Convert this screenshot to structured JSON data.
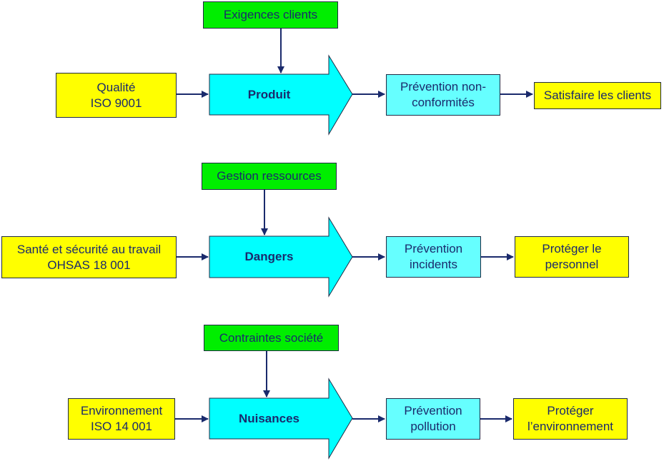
{
  "rows": [
    {
      "requirement": "Exigences clients",
      "standard": "Qualité\nISO 9001",
      "focus": "Produit",
      "prevention": "Prévention non-\nconformités",
      "goal": "Satisfaire les clients"
    },
    {
      "requirement": "Gestion ressources",
      "standard": "Santé et sécurité au travail\nOHSAS 18 001",
      "focus": "Dangers",
      "prevention": "Prévention\nincidents",
      "goal": "Protéger le\npersonnel"
    },
    {
      "requirement": "Contraintes société",
      "standard": "Environnement\nISO 14 001",
      "focus": "Nuisances",
      "prevention": "Prévention\npollution",
      "goal": "Protéger\nl’environnement"
    }
  ],
  "colors": {
    "standard": "#ffff00",
    "requirement": "#00ee00",
    "focus_arrow": "#00ffff",
    "prevention": "#66ffff",
    "text": "#1a2a6c",
    "connector": "#1a2a6c"
  }
}
